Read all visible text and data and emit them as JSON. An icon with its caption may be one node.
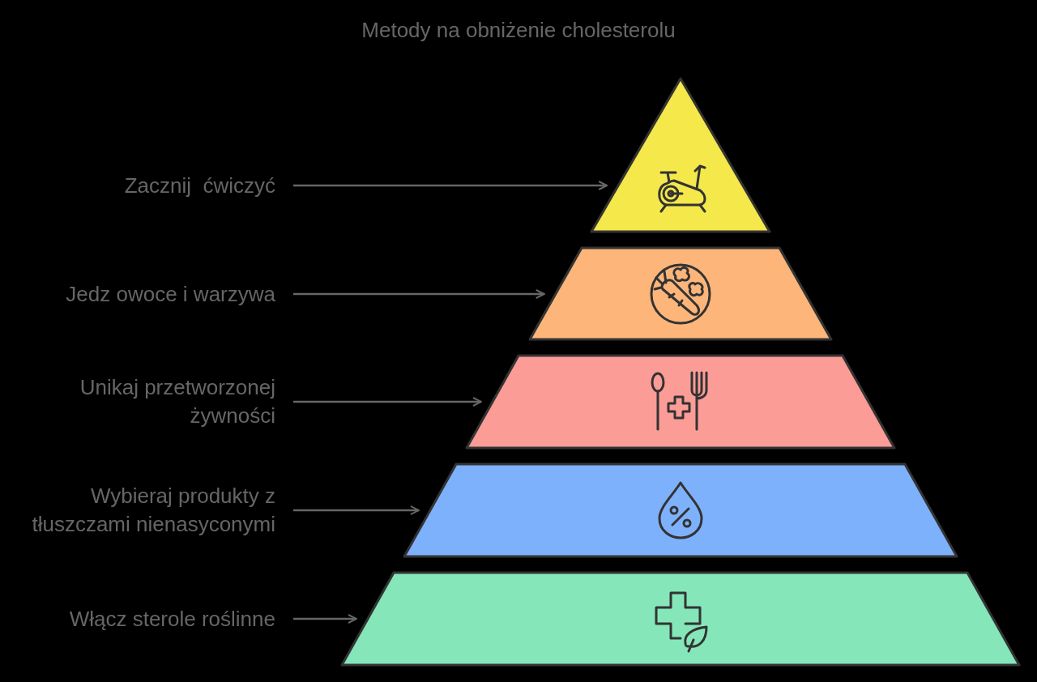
{
  "diagram": {
    "title": "Metody na obniżenie cholesterolu",
    "nodes": [
      {
        "text": [
          "Zacznij  ćwiczyć"
        ]
      },
      {
        "text": [],
        "shape": "triangle"
      },
      {
        "text": [
          "Jedz owoce i warzywa"
        ]
      },
      {
        "text": [],
        "shape": "trapezoid"
      },
      {
        "text": [
          "Unikaj przetworzonej żywności"
        ]
      },
      {
        "text": [],
        "shape": "trapezoid"
      },
      {
        "text": [
          "Wybieraj produkty z tłuszczami nienasyconymi"
        ]
      },
      {
        "text": [],
        "shape": "trapezoid"
      },
      {
        "text": [
          "Włącz sterole roślinne"
        ]
      },
      {
        "text": [],
        "shape": "trapezoid"
      }
    ],
    "edges": [
      {
        "from": 0,
        "to": 1,
        "arrow": "to"
      },
      {
        "from": 2,
        "to": 3,
        "arrow": "to"
      },
      {
        "from": 4,
        "to": 5,
        "arrow": "to"
      },
      {
        "from": 6,
        "to": 7,
        "arrow": "to"
      },
      {
        "from": 8,
        "to": 9,
        "arrow": "to"
      }
    ]
  }
}
